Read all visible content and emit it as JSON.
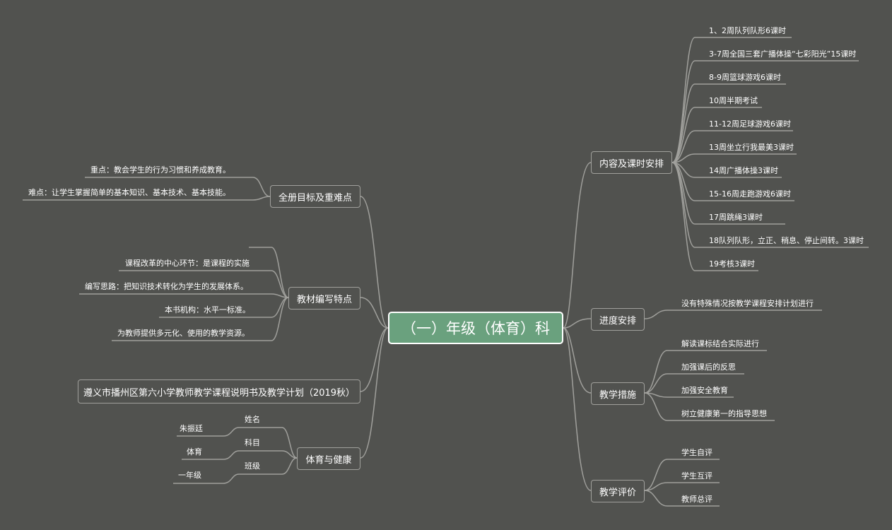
{
  "root": {
    "label": "（一）年级（体育）科"
  },
  "right": {
    "content": {
      "label": "内容及课时安排",
      "items": [
        "1、2周队列队形6课时",
        "3-7周全国三套广播体操“七彩阳光”15课时",
        "8-9周篮球游戏6课时",
        "10周半期考试",
        "11-12周足球游戏6课时",
        "13周坐立行我最美3课时",
        "14周广播体操3课时",
        "15-16周走跑游戏6课时",
        "17周跳绳3课时",
        "18队列队形，立正、稍息、停止间转。3课时",
        "19考核3课时"
      ]
    },
    "progress": {
      "label": "进度安排",
      "items": [
        "没有特殊情况按教学课程安排计划进行"
      ]
    },
    "measures": {
      "label": "教学措施",
      "items": [
        "解读课标结合实际进行",
        "加强课后的反思",
        "加强安全教育",
        "树立健康第一的指导思想"
      ]
    },
    "evaluation": {
      "label": "教学评价",
      "items": [
        "学生自评",
        "学生互评",
        "教师总评"
      ]
    }
  },
  "left": {
    "goals": {
      "label": "全册目标及重难点",
      "items": [
        "重点：教会学生的行为习惯和养成教育。",
        "难点：让学生掌握简单的基本知识、基本技术、基本技能。"
      ]
    },
    "features": {
      "label": "教材编写特点",
      "items": [
        "课程改革的中心环节：是课程的实施",
        "编写思路：把知识技术转化为学生的发展体系。",
        "本书机构：水平一标准。",
        "为教师提供多元化、使用的教学资源。"
      ]
    },
    "title": {
      "label": "遵义市播州区第六小学教师教学课程说明书及教学计划（2019秋）"
    },
    "pe": {
      "label": "体育与健康",
      "fields": [
        {
          "key": "姓名",
          "value": "朱振廷"
        },
        {
          "key": "科目",
          "value": "体育"
        },
        {
          "key": "班级",
          "value": "一年级"
        }
      ]
    }
  }
}
